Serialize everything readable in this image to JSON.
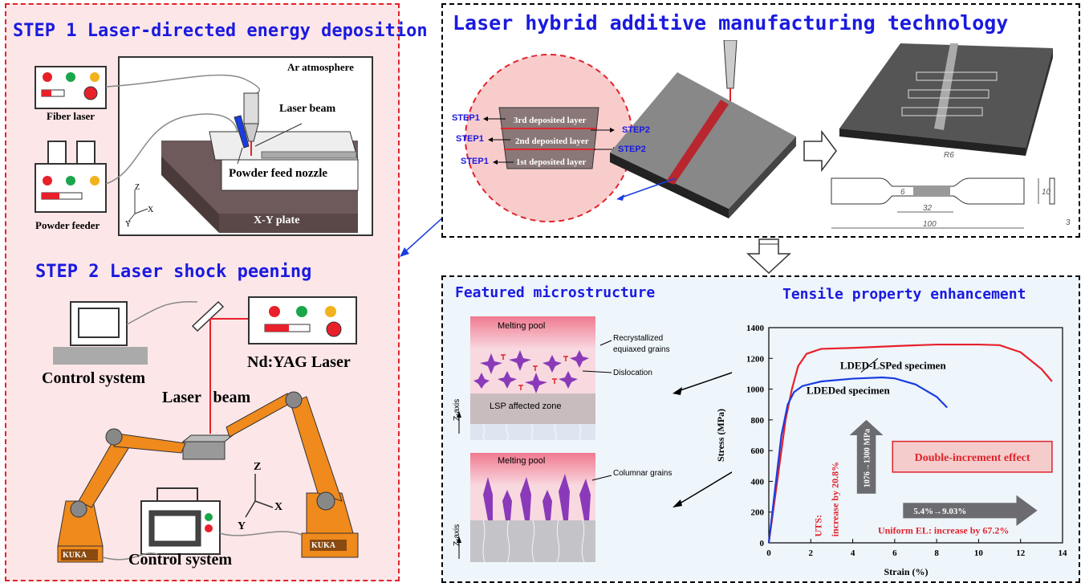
{
  "step1": {
    "title": "STEP 1  Laser-directed energy deposition",
    "ar": "Ar atmosphere",
    "fiber": "Fiber laser",
    "beam": "Laser beam",
    "nozzle": "Powder feed nozzle",
    "feeder": "Powder feeder",
    "plate": "X-Y plate",
    "axz": "Z",
    "axx": "X",
    "axy": "Y"
  },
  "step2": {
    "title": "STEP 2  Laser shock peening",
    "control1": "Control system",
    "ndyag": "Nd:YAG Laser",
    "beam": "Laser beam",
    "control2": "Control system",
    "kuka1": "KUKA",
    "kuka2": "KUKA",
    "axz": "Z",
    "axx": "X",
    "axy": "Y"
  },
  "top": {
    "title": "Laser hybrid additive manufacturing technology",
    "layer3": "3rd deposited layer",
    "layer2": "2nd deposited layer",
    "layer1": "1st deposited layer",
    "step1": "STEP1",
    "step2": "STEP2",
    "r6": "R6",
    "dim6": "6",
    "dim32": "32",
    "dim100": "100",
    "dim10": "10",
    "dim3": "3"
  },
  "bottom": {
    "micro_title": "Featured microstructure",
    "tensile_title": "Tensile property enhancement",
    "melt1": "Melting pool",
    "recryst1": "Recrystallized",
    "recryst2": "equiaxed grains",
    "dislocation": "Dislocation",
    "lsp": "LSP affected zone",
    "zaxis": "Z-axis",
    "melt2": "Melting pool",
    "columnar": "Columnar grains",
    "zaxis2": "Z-axis"
  },
  "chart_data": {
    "type": "line",
    "xlabel": "Strain (%)",
    "ylabel": "Stress (MPa)",
    "xlim": [
      0,
      14
    ],
    "ylim": [
      0,
      1400
    ],
    "xticks": [
      0,
      2,
      4,
      6,
      8,
      10,
      12,
      14
    ],
    "yticks": [
      0,
      200,
      400,
      600,
      800,
      1000,
      1200,
      1400
    ],
    "series": [
      {
        "name": "LDED-LSPed specimen",
        "color": "#e8202a",
        "x": [
          0,
          0.4,
          0.8,
          1.1,
          1.4,
          1.8,
          2.5,
          4,
          6,
          8,
          10,
          11,
          12,
          13,
          13.5
        ],
        "y": [
          0,
          400,
          800,
          1000,
          1150,
          1230,
          1262,
          1268,
          1280,
          1290,
          1290,
          1286,
          1240,
          1130,
          1050
        ]
      },
      {
        "name": "LDEDed specimen",
        "color": "#1a3de0",
        "x": [
          0,
          0.3,
          0.6,
          0.9,
          1.2,
          1.6,
          2.5,
          4,
          5.4,
          6,
          7,
          8,
          8.5
        ],
        "y": [
          0,
          350,
          700,
          900,
          980,
          1020,
          1050,
          1068,
          1076,
          1070,
          1030,
          950,
          880
        ]
      }
    ],
    "annotations": {
      "double": "Double-increment effect",
      "uts1": "UTS:",
      "uts2": "increase by 20.8%",
      "mpa": "1076→1300 MPa",
      "el": "5.4%→9.03%",
      "uniform": "Uniform EL: increase by 67.2%"
    }
  }
}
